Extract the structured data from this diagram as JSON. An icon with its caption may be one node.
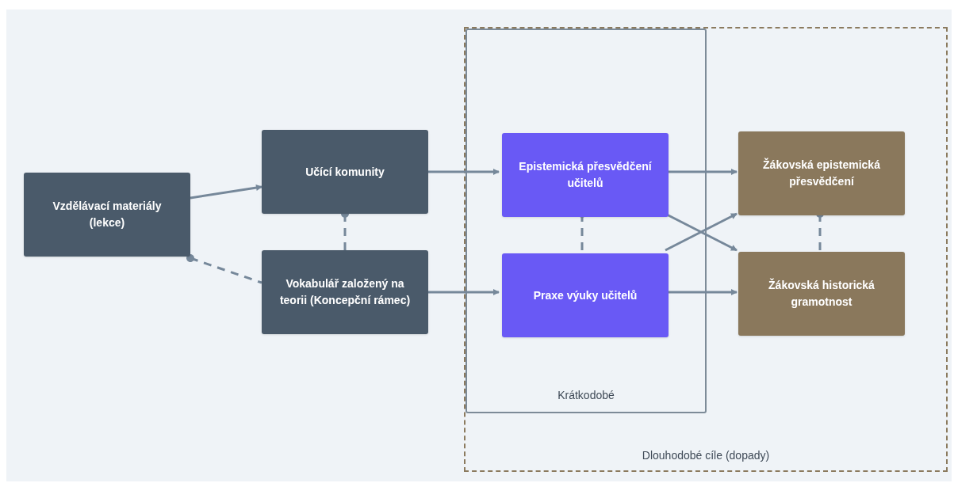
{
  "diagram": {
    "nodes": [
      {
        "text": [
          "Vzdělávací materiály (lekce)"
        ]
      },
      {
        "text": [
          "Učící komunity"
        ]
      },
      {
        "text": [
          "Vokabulář založený na teorii (Koncepční rámec)"
        ]
      },
      {
        "text": [
          "Dlouhodobé cíle (dopady)"
        ]
      },
      {
        "text": [
          "Krátkodobé"
        ],
        "in": 3
      },
      {
        "text": [
          "Epistemická přesvědčení učitelů"
        ],
        "in": 4
      },
      {
        "text": [
          "Praxe výuky učitelů"
        ],
        "in": 4
      },
      {
        "text": [
          "Žákovská epistemická přesvědčení"
        ],
        "in": 3
      },
      {
        "text": [
          "Žákovská historická gramotnost"
        ],
        "in": 3
      }
    ],
    "edges": [
      {
        "from": 0,
        "to": 1,
        "arrow": "to"
      },
      {
        "from": 0,
        "to": 2,
        "arrow": "other",
        "style": "dashed"
      },
      {
        "from": 1,
        "to": 2,
        "arrow": "other",
        "style": "dashed"
      },
      {
        "from": 1,
        "to": 5,
        "arrow": "to"
      },
      {
        "from": 2,
        "to": 6,
        "arrow": "to"
      },
      {
        "from": 5,
        "to": 6,
        "arrow": "other",
        "style": "dashed"
      },
      {
        "from": 5,
        "to": 7,
        "arrow": "to"
      },
      {
        "from": 5,
        "to": 8,
        "arrow": "to"
      },
      {
        "from": 6,
        "to": 7,
        "arrow": "to"
      },
      {
        "from": 6,
        "to": 8,
        "arrow": "to"
      },
      {
        "from": 7,
        "to": 8,
        "arrow": "other",
        "style": "dashed"
      }
    ]
  }
}
